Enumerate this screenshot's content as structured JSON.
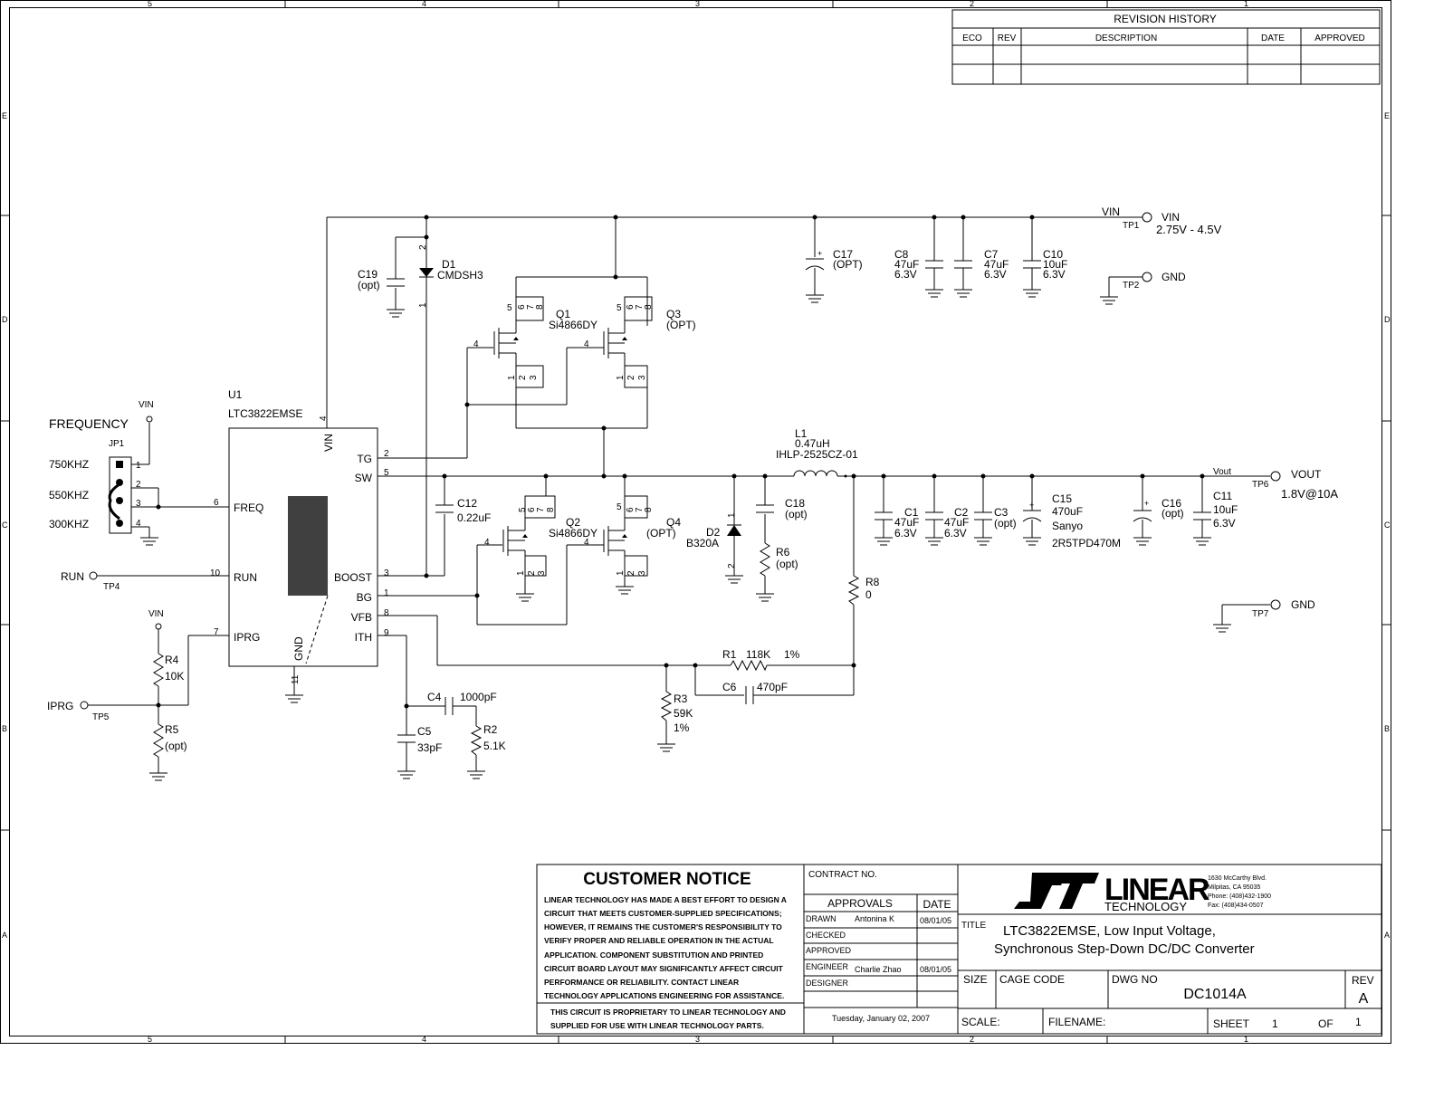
{
  "border": {
    "columns": [
      "5",
      "4",
      "3",
      "2",
      "1"
    ],
    "rows": [
      "E",
      "D",
      "C",
      "B",
      "A"
    ]
  },
  "revision": {
    "title": "REVISION HISTORY",
    "headers": [
      "ECO",
      "REV",
      "DESCRIPTION",
      "DATE",
      "APPROVED"
    ]
  },
  "frequency": {
    "title": "FREQUENCY",
    "jumper": "JP1",
    "options": [
      "750KHZ",
      "550KHZ",
      "300KHZ"
    ],
    "pins": [
      "1",
      "2",
      "3",
      "4"
    ],
    "supply": "VIN"
  },
  "ic": {
    "ref": "U1",
    "part": "LTC3822EMSE",
    "left_pins": [
      {
        "name": "FREQ",
        "num": "6"
      },
      {
        "name": "RUN",
        "num": "10"
      },
      {
        "name": "IPRG",
        "num": "7"
      }
    ],
    "right_pins": [
      {
        "name": "TG",
        "num": "2"
      },
      {
        "name": "SW",
        "num": "5"
      },
      {
        "name": "BOOST",
        "num": "3"
      },
      {
        "name": "BG",
        "num": "1"
      },
      {
        "name": "VFB",
        "num": "8"
      },
      {
        "name": "ITH",
        "num": "9"
      }
    ],
    "top_pin": {
      "name": "VIN",
      "num": "4"
    },
    "bottom_pin": {
      "name": "GND",
      "num": "11"
    }
  },
  "parts": {
    "d1": {
      "ref": "D1",
      "part": "CMDSH3",
      "pin_a": "2",
      "pin_k": "1"
    },
    "c19": {
      "ref": "C19",
      "val": "(opt)"
    },
    "q1": {
      "ref": "Q1",
      "part": "Si4866DY"
    },
    "q3": {
      "ref": "Q3",
      "part": "(OPT)"
    },
    "q2": {
      "ref": "Q2",
      "part": "Si4866DY"
    },
    "q4": {
      "ref": "Q4",
      "part": "(OPT)"
    },
    "mos_pins": {
      "drain": [
        "5",
        "6",
        "7",
        "8"
      ],
      "source": [
        "1",
        "2",
        "3"
      ],
      "gate": "4"
    },
    "c12": {
      "ref": "C12",
      "val": "0.22uF"
    },
    "c17": {
      "ref": "C17",
      "val": "(OPT)"
    },
    "c8": {
      "ref": "C8",
      "val": "47uF",
      "volt": "6.3V"
    },
    "c7": {
      "ref": "C7",
      "val": "47uF",
      "volt": "6.3V"
    },
    "c10": {
      "ref": "C10",
      "val": "10uF",
      "volt": "6.3V"
    },
    "l1": {
      "ref": "L1",
      "val": "0.47uH",
      "part": "IHLP-2525CZ-01"
    },
    "d2": {
      "ref": "D2",
      "part": "B320A",
      "pin_k": "1",
      "pin_a": "2"
    },
    "c18": {
      "ref": "C18",
      "val": "(opt)"
    },
    "r6": {
      "ref": "R6",
      "val": "(opt)"
    },
    "r8": {
      "ref": "R8",
      "val": "0"
    },
    "c1": {
      "ref": "C1",
      "val": "47uF",
      "volt": "6.3V"
    },
    "c2": {
      "ref": "C2",
      "val": "47uF",
      "volt": "6.3V"
    },
    "c3": {
      "ref": "C3",
      "val": "(opt)"
    },
    "c15": {
      "ref": "C15",
      "val": "470uF",
      "mfr": "Sanyo",
      "part": "2R5TPD470M"
    },
    "c16": {
      "ref": "C16",
      "val": "(opt)"
    },
    "c11": {
      "ref": "C11",
      "val": "10uF",
      "volt": "6.3V"
    },
    "r1": {
      "ref": "R1",
      "val": "118K",
      "tol": "1%"
    },
    "c6": {
      "ref": "C6",
      "val": "470pF"
    },
    "r3": {
      "ref": "R3",
      "val": "59K",
      "tol": "1%"
    },
    "c4": {
      "ref": "C4",
      "val": "1000pF"
    },
    "c5": {
      "ref": "C5",
      "val": "33pF"
    },
    "r2": {
      "ref": "R2",
      "val": "5.1K"
    },
    "r4": {
      "ref": "R4",
      "val": "10K"
    },
    "r5": {
      "ref": "R5",
      "val": "(opt)"
    }
  },
  "nets": {
    "vin_left": "VIN",
    "vin_top": "VIN",
    "vin_iprg": "VIN",
    "run": "RUN",
    "iprg": "IPRG",
    "vout_net": "Vout"
  },
  "testpoints": {
    "tp1": {
      "ref": "TP1",
      "name": "VIN",
      "desc": "2.75V - 4.5V"
    },
    "tp2": {
      "ref": "TP2",
      "name": "GND"
    },
    "tp4": {
      "ref": "TP4"
    },
    "tp5": {
      "ref": "TP5"
    },
    "tp6": {
      "ref": "TP6",
      "name": "VOUT",
      "desc": "1.8V@10A"
    },
    "tp7": {
      "ref": "TP7",
      "name": "GND"
    }
  },
  "notice": {
    "title": "CUSTOMER NOTICE",
    "lines": [
      "LINEAR TECHNOLOGY HAS MADE A BEST EFFORT TO DESIGN A",
      "CIRCUIT THAT MEETS CUSTOMER-SUPPLIED SPECIFICATIONS;",
      "HOWEVER, IT REMAINS THE CUSTOMER'S RESPONSIBILITY TO",
      "VERIFY PROPER AND RELIABLE OPERATION IN THE ACTUAL",
      "APPLICATION.  COMPONENT SUBSTITUTION AND PRINTED",
      "CIRCUIT BOARD LAYOUT MAY SIGNIFICANTLY AFFECT CIRCUIT",
      "PERFORMANCE OR RELIABILITY.  CONTACT LINEAR",
      "TECHNOLOGY APPLICATIONS ENGINEERING FOR ASSISTANCE."
    ],
    "footer": [
      "THIS CIRCUIT IS PROPRIETARY TO LINEAR TECHNOLOGY AND",
      "SUPPLIED FOR USE WITH LINEAR TECHNOLOGY PARTS."
    ]
  },
  "approvals": {
    "contract": "CONTRACT NO.",
    "header": "APPROVALS",
    "date_header": "DATE",
    "rows": [
      {
        "role": "DRAWN",
        "name": "Antonina K",
        "date": "08/01/05"
      },
      {
        "role": "CHECKED",
        "name": "",
        "date": ""
      },
      {
        "role": "APPROVED",
        "name": "",
        "date": ""
      },
      {
        "role": "ENGINEER",
        "name": "Charlie Zhao",
        "date": "08/01/05"
      },
      {
        "role": "DESIGNER",
        "name": "",
        "date": ""
      }
    ],
    "print_date": "Tuesday, January 02, 2007"
  },
  "titleblock": {
    "logo_main": "LINEAR",
    "logo_sub": "TECHNOLOGY",
    "address": [
      "1630 McCarthy Blvd.",
      "Milpitas, CA 95035",
      "Phone: (408)432-1900",
      "Fax: (408)434-0507"
    ],
    "title_label": "TITLE",
    "title_lines": [
      "LTC3822EMSE, Low Input Voltage,",
      "Synchronous Step-Down DC/DC Converter"
    ],
    "size_label": "SIZE",
    "cage_label": "CAGE CODE",
    "dwg_label": "DWG NO",
    "dwg": "DC1014A",
    "rev_label": "REV",
    "rev": "A",
    "scale_label": "SCALE:",
    "filename_label": "FILENAME:",
    "sheet_label": "SHEET",
    "sheet": "1",
    "of_label": "OF",
    "of": "1"
  }
}
